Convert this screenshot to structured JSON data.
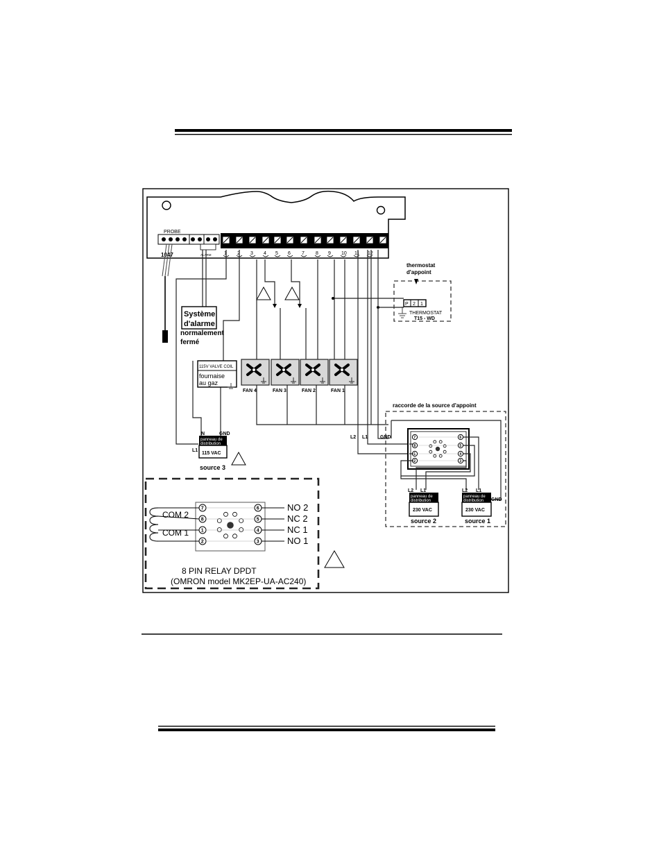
{
  "header": {
    "rule": "top"
  },
  "controller": {
    "model": "1047",
    "probe_label": "PROBE",
    "alarm_small": "ALARM",
    "terminals": [
      "1",
      "2",
      "3",
      "4",
      "5",
      "6",
      "7",
      "8",
      "9",
      "10",
      "11",
      "12"
    ]
  },
  "alarm": {
    "title_line1": "Système",
    "title_line2": "d'alarme",
    "note_line1": "normalement",
    "note_line2": "fermé"
  },
  "valve": {
    "label": "115V VALVE COIL",
    "line1": "fournaise",
    "line2": "au gaz"
  },
  "fans": [
    "FAN 4",
    "FAN 3",
    "FAN 2",
    "FAN 1"
  ],
  "thermostat": {
    "title_line1": "thermostat",
    "title_line2": "d'appoint",
    "model_line1": "THERMOSTAT",
    "model_line2": "T15 - WD",
    "terms": [
      "P",
      "2",
      "1"
    ]
  },
  "source_group_label": "raccorde de la source d'appoint",
  "wire_labels": {
    "L2": "L2",
    "L1": "L1",
    "GND": "GND",
    "N": "N"
  },
  "panel": {
    "line1": "panneau de",
    "line2": "distribution"
  },
  "sources": [
    {
      "voltage": "115 VAC",
      "name": "source 3"
    },
    {
      "voltage": "230 VAC",
      "name": "source 2"
    },
    {
      "voltage": "230 VAC",
      "name": "source 1"
    }
  ],
  "relay": {
    "left_labels": [
      "COM 2",
      "COM 1"
    ],
    "right_labels": [
      "NO 2",
      "NC 2",
      "NC 1",
      "NO 1"
    ],
    "left_pins": [
      "7",
      "8",
      "1",
      "2"
    ],
    "right_pins": [
      "6",
      "5",
      "4",
      "3"
    ],
    "caption_line1": "8 PIN RELAY DPDT",
    "caption_line2": "(OMRON model MK2EP-UA-AC240)"
  }
}
